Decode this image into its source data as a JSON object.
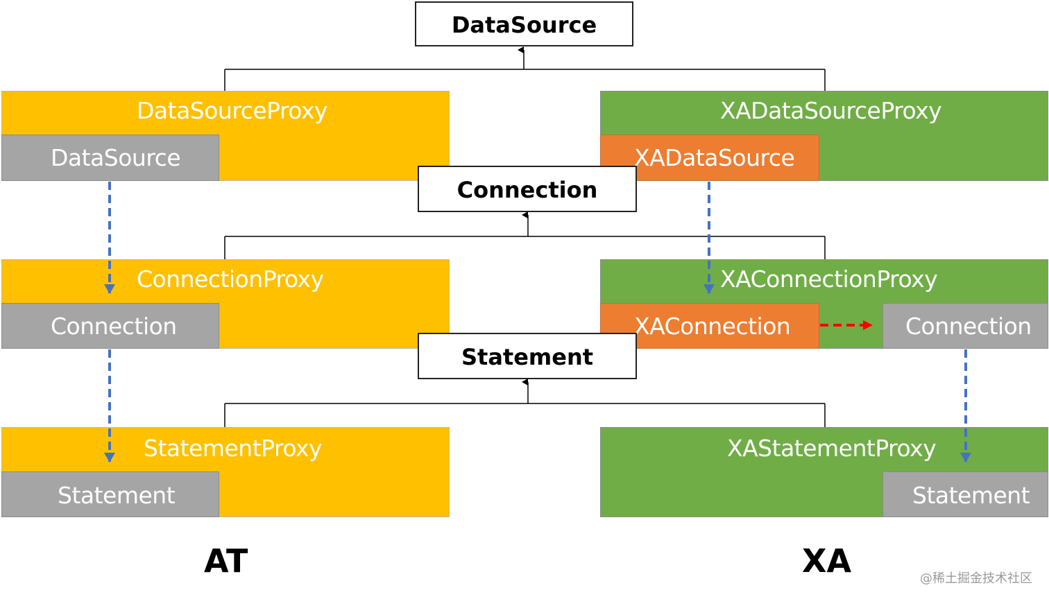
{
  "interfaces": {
    "datasource": "DataSource",
    "connection": "Connection",
    "statement": "Statement"
  },
  "at": {
    "label": "AT",
    "datasource_proxy": "DataSourceProxy",
    "datasource_inner": "DataSource",
    "connection_proxy": "ConnectionProxy",
    "connection_inner": "Connection",
    "statement_proxy": "StatementProxy",
    "statement_inner": "Statement"
  },
  "xa": {
    "label": "XA",
    "datasource_proxy": "XADataSourceProxy",
    "datasource_inner": "XADataSource",
    "connection_proxy": "XAConnectionProxy",
    "connection_inner": "XAConnection",
    "connection_wrapped": "Connection",
    "statement_proxy": "XAStatementProxy",
    "statement_inner": "Statement"
  },
  "watermark": "@稀土掘金技术社区",
  "colors": {
    "at_proxy": "#ffc000",
    "xa_proxy": "#70ad47",
    "inner_gray": "#a5a5a5",
    "xa_inner": "#ed7d31",
    "dashed_blue": "#4472c4",
    "dashed_red": "#ff0000"
  }
}
